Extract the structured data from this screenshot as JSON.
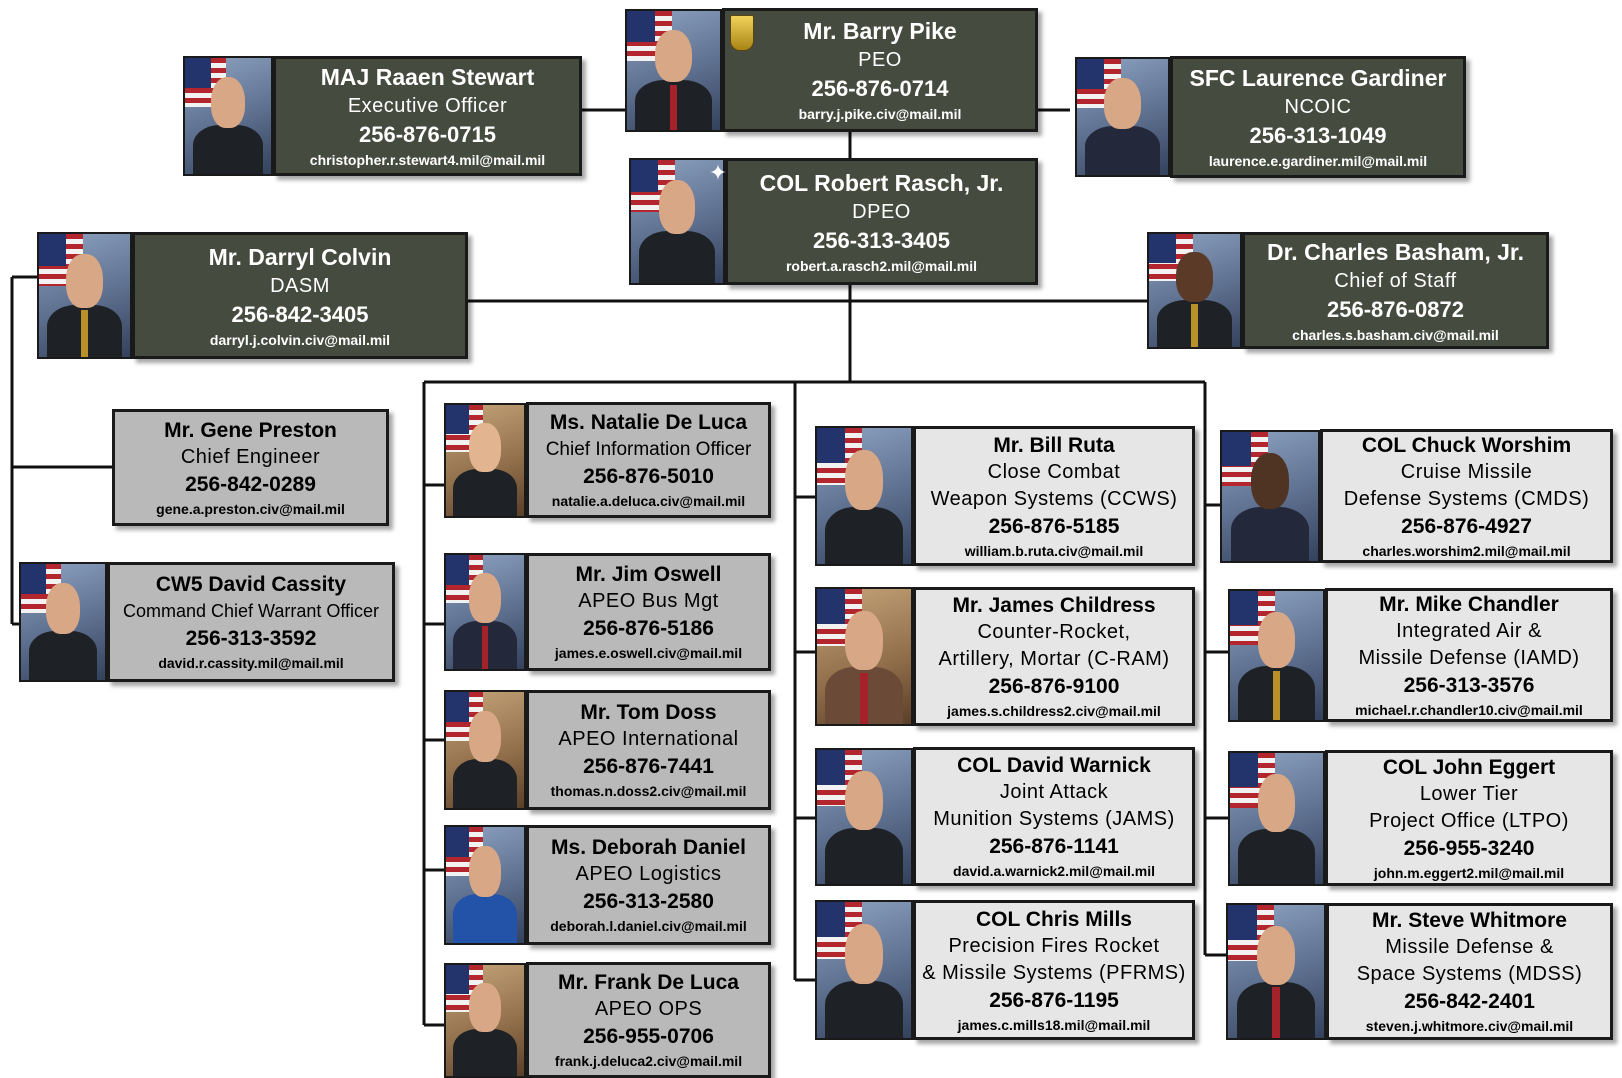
{
  "people": [
    {
      "id": "pike",
      "name": "Mr. Barry Pike",
      "lines": [
        "PEO"
      ],
      "phone": "256-876-0714",
      "email": "barry.j.pike.civ@mail.mil"
    },
    {
      "id": "stewart",
      "name": "MAJ Raaen Stewart",
      "lines": [
        "Executive Officer"
      ],
      "phone": "256-876-0715",
      "email": "christopher.r.stewart4.mil@mail.mil"
    },
    {
      "id": "gardiner",
      "name": "SFC Laurence Gardiner",
      "lines": [
        "NCOIC"
      ],
      "phone": "256-313-1049",
      "email": "laurence.e.gardiner.mil@mail.mil"
    },
    {
      "id": "rasch",
      "name": "COL Robert Rasch, Jr.",
      "lines": [
        "DPEO"
      ],
      "phone": "256-313-3405",
      "email": "robert.a.rasch2.mil@mail.mil"
    },
    {
      "id": "colvin",
      "name": "Mr. Darryl Colvin",
      "lines": [
        "DASM"
      ],
      "phone": "256-842-3405",
      "email": "darryl.j.colvin.civ@mail.mil"
    },
    {
      "id": "basham",
      "name": "Dr. Charles Basham, Jr.",
      "lines": [
        "Chief of Staff"
      ],
      "phone": "256-876-0872",
      "email": "charles.s.basham.civ@mail.mil"
    },
    {
      "id": "preston",
      "name": "Mr. Gene Preston",
      "lines": [
        "Chief Engineer"
      ],
      "phone": "256-842-0289",
      "email": "gene.a.preston.civ@mail.mil"
    },
    {
      "id": "cassity",
      "name": "CW5 David Cassity",
      "lines": [
        "Command Chief Warrant Officer"
      ],
      "phone": "256-313-3592",
      "email": "david.r.cassity.mil@mail.mil"
    },
    {
      "id": "ndeluca",
      "name": "Ms. Natalie De Luca",
      "lines": [
        "Chief Information Officer"
      ],
      "phone": "256-876-5010",
      "email": "natalie.a.deluca.civ@mail.mil"
    },
    {
      "id": "oswell",
      "name": "Mr. Jim Oswell",
      "lines": [
        "APEO Bus Mgt"
      ],
      "phone": "256-876-5186",
      "email": "james.e.oswell.civ@mail.mil"
    },
    {
      "id": "doss",
      "name": "Mr. Tom Doss",
      "lines": [
        "APEO International"
      ],
      "phone": "256-876-7441",
      "email": "thomas.n.doss2.civ@mail.mil"
    },
    {
      "id": "daniel",
      "name": "Ms. Deborah Daniel",
      "lines": [
        "APEO Logistics"
      ],
      "phone": "256-313-2580",
      "email": "deborah.l.daniel.civ@mail.mil"
    },
    {
      "id": "fdeluca",
      "name": "Mr. Frank De Luca",
      "lines": [
        "APEO OPS"
      ],
      "phone": "256-955-0706",
      "email": "frank.j.deluca2.civ@mail.mil"
    },
    {
      "id": "ruta",
      "name": "Mr. Bill Ruta",
      "lines": [
        "Close Combat",
        "Weapon Systems (CCWS)"
      ],
      "phone": "256-876-5185",
      "email": "william.b.ruta.civ@mail.mil"
    },
    {
      "id": "childress",
      "name": "Mr. James Childress",
      "lines": [
        "Counter-Rocket,",
        "Artillery, Mortar (C-RAM)"
      ],
      "phone": "256-876-9100",
      "email": "james.s.childress2.civ@mail.mil"
    },
    {
      "id": "warnick",
      "name": "COL David Warnick",
      "lines": [
        "Joint Attack",
        "Munition Systems (JAMS)"
      ],
      "phone": "256-876-1141",
      "email": "david.a.warnick2.mil@mail.mil"
    },
    {
      "id": "mills",
      "name": "COL Chris Mills",
      "lines": [
        "Precision Fires Rocket",
        "& Missile Systems (PFRMS)"
      ],
      "phone": "256-876-1195",
      "email": "james.c.mills18.mil@mail.mil"
    },
    {
      "id": "worshim",
      "name": "COL Chuck Worshim",
      "lines": [
        "Cruise Missile",
        "Defense Systems (CMDS)"
      ],
      "phone": "256-876-4927",
      "email": "charles.worshim2.mil@mail.mil"
    },
    {
      "id": "chandler",
      "name": "Mr. Mike Chandler",
      "lines": [
        "Integrated Air &",
        "Missile Defense (IAMD)"
      ],
      "phone": "256-313-3576",
      "email": "michael.r.chandler10.civ@mail.mil"
    },
    {
      "id": "eggert",
      "name": "COL John Eggert",
      "lines": [
        "Lower Tier",
        "Project Office (LTPO)"
      ],
      "phone": "256-955-3240",
      "email": "john.m.eggert2.mil@mail.mil"
    },
    {
      "id": "whitmore",
      "name": "Mr. Steve Whitmore",
      "lines": [
        "Missile Defense &",
        "Space Systems (MDSS)"
      ],
      "phone": "256-842-2401",
      "email": "steven.j.whitmore.civ@mail.mil"
    }
  ],
  "colors": {
    "dark_card": "#464b3f",
    "light_card": "#e6e6e6",
    "mid_card": "#b9b9b9",
    "connector": "#111111"
  }
}
